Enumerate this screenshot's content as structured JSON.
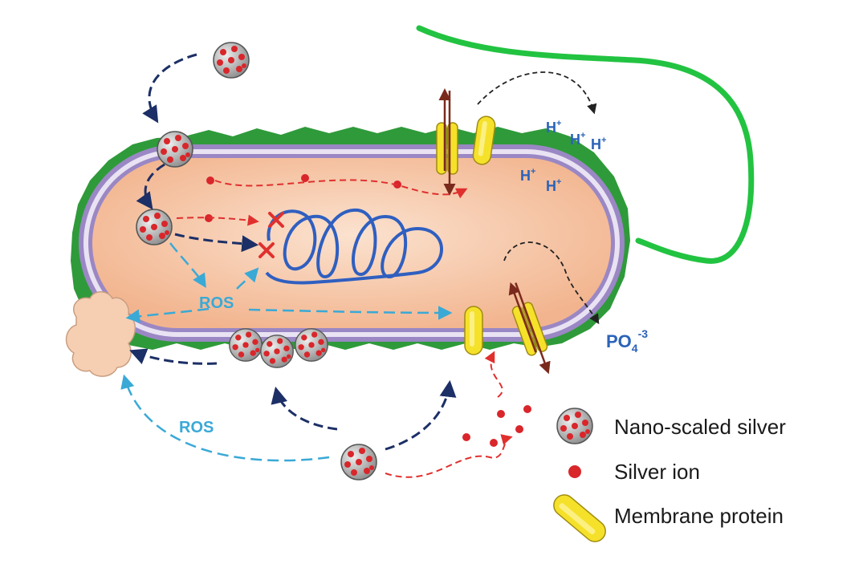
{
  "labels": {
    "ros_inside": "ROS",
    "ros_outside": "ROS",
    "phosphate_base": "PO",
    "phosphate_sub": "4",
    "phosphate_sup": "-3",
    "proton_base": "H",
    "proton_sup": "+"
  },
  "legend": {
    "items": [
      {
        "label": "Nano-scaled silver",
        "icon": "silver-nanoparticle-icon"
      },
      {
        "label": "Silver ion",
        "icon": "silver-ion-icon"
      },
      {
        "label": "Membrane protein",
        "icon": "membrane-protein-icon"
      }
    ]
  },
  "colors": {
    "cytoplasm": "#f6c2a0",
    "outer_wall": "#2f9a3a",
    "membrane": "#9a87c4",
    "flagellum": "#22c341",
    "dna": "#2f5fc0",
    "silver_particle": "#a8a8a8",
    "silver_ion": "#d9262b",
    "membrane_protein": "#f5e12a",
    "dark_arrow": "#1c2f66",
    "ros_arrow": "#3aa9d6",
    "ion_arrow": "#e0302e",
    "label_blue": "#2b63b8"
  }
}
